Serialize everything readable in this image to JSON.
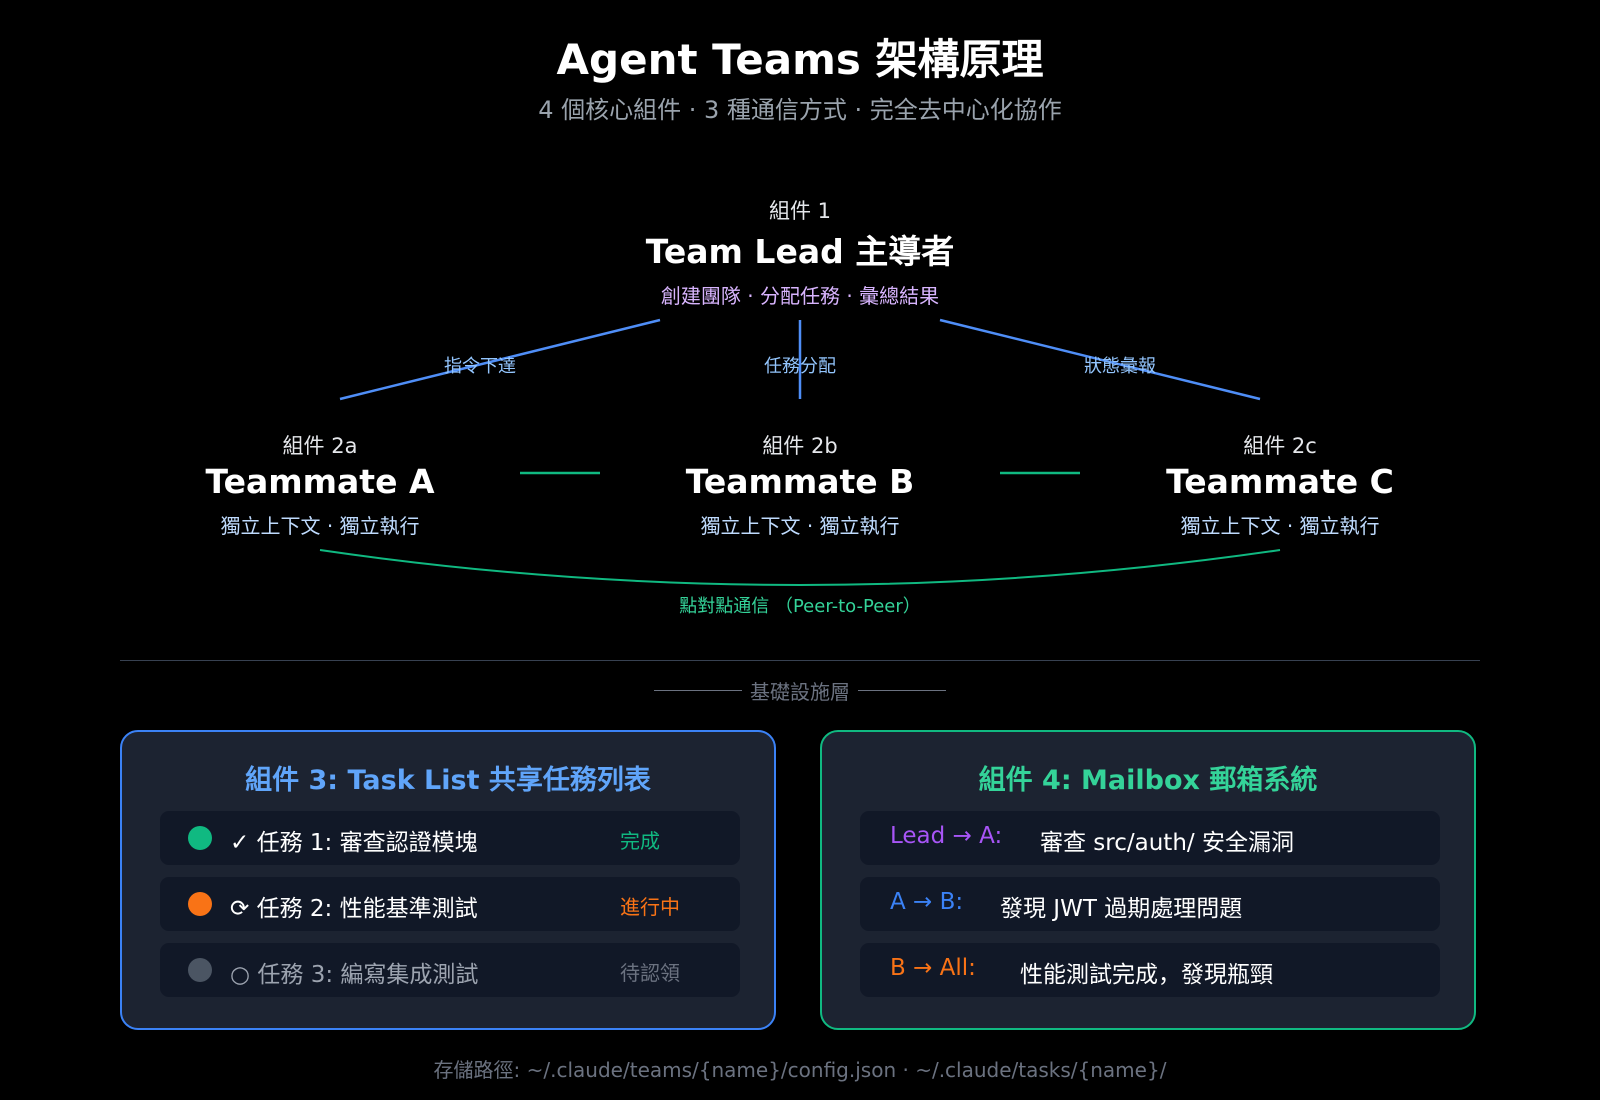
{
  "title": "Agent Teams 架構原理",
  "subtitle": "4 個核心組件 · 3 種通信方式 · 完全去中心化協作",
  "lead": {
    "component": "組件 1",
    "title": "Team Lead 主導者",
    "desc": "創建團隊 · 分配任務 · 彙總結果"
  },
  "edges": {
    "left": "指令下達",
    "middle": "任務分配",
    "right": "狀態彙報",
    "peer": "點對點通信 （Peer-to-Peer）"
  },
  "teammates": [
    {
      "component": "組件 2a",
      "title": "Teammate A",
      "desc": "獨立上下文 · 獨立執行"
    },
    {
      "component": "組件 2b",
      "title": "Teammate B",
      "desc": "獨立上下文 · 獨立執行"
    },
    {
      "component": "組件 2c",
      "title": "Teammate C",
      "desc": "獨立上下文 · 獨立執行"
    }
  ],
  "infra_label": "基礎設施層",
  "task_list": {
    "title": "組件 3: Task List 共享任務列表",
    "tasks": [
      {
        "text": "✓ 任務 1: 審查認證模塊",
        "status": "完成",
        "dot_color": "#10b981",
        "status_color": "#10b981",
        "text_color": "#ffffff"
      },
      {
        "text": "⟳ 任務 2: 性能基準測試",
        "status": "進行中",
        "dot_color": "#f97316",
        "status_color": "#f97316",
        "text_color": "#ffffff"
      },
      {
        "text": "○ 任務 3: 編寫集成測試",
        "status": "待認領",
        "dot_color": "#4b5563",
        "status_color": "#6b7280",
        "text_color": "#9ca3af"
      }
    ]
  },
  "mailbox": {
    "title": "組件 4: Mailbox 郵箱系統",
    "messages": [
      {
        "from": "Lead → A:",
        "text": "審查 src/auth/ 安全漏洞",
        "color": "#a855f7"
      },
      {
        "from": "A → B:",
        "text": "發現 JWT 過期處理問題",
        "color": "#3b82f6"
      },
      {
        "from": "B → All:",
        "text": "性能測試完成，發現瓶頸",
        "color": "#f97316"
      }
    ]
  },
  "footer": "存儲路徑: ~/.claude/teams/{name}/config.json · ~/.claude/tasks/{name}/"
}
